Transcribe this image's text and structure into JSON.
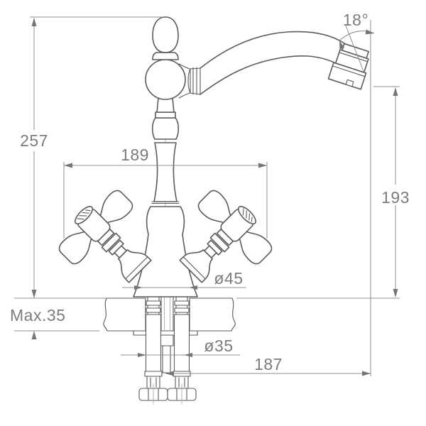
{
  "drawing": {
    "kind": "technical dimension drawing",
    "subject": "classic two-handle mono basin faucet, front elevation with counter section and supply hoses",
    "background": "#ffffff",
    "line_color": "#5b5b5b",
    "dimension_color": "#8f8f8f",
    "text_color": "#7c7c7c"
  },
  "dims": {
    "overall_height": "257",
    "counter_max": "Max.35",
    "handle_span": "189",
    "spout_angle": "18°",
    "outlet_height": "193",
    "base_dia": "ø45",
    "hole_dia": "ø35",
    "outlet_reach": "187"
  }
}
